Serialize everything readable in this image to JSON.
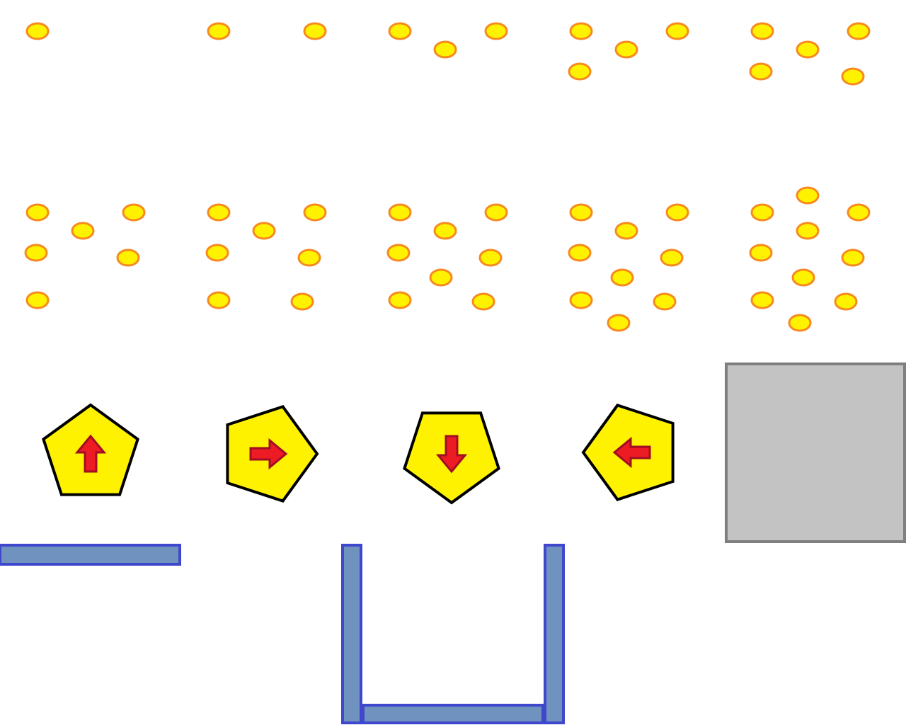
{
  "colors": {
    "background": "#ffffff",
    "coin_fill": "#fff200",
    "coin_stroke": "#f7891f",
    "bumper_fill": "#fff200",
    "bumper_stroke": "#000000",
    "arrow_fill": "#ed1c24",
    "arrow_stroke": "#a00d24",
    "platform_fill": "#7092be",
    "platform_stroke": "#3f48cc",
    "crate_fill": "#c3c3c3",
    "crate_stroke": "#7f7f7f"
  },
  "coin_groups": {
    "row_1_counts": [
      1,
      2,
      3,
      4,
      5
    ],
    "row_2_counts": [
      6,
      7,
      8,
      9,
      10
    ]
  },
  "direction_bumpers": [
    {
      "direction": "up",
      "icon": "arrow-up-icon"
    },
    {
      "direction": "right",
      "icon": "arrow-right-icon"
    },
    {
      "direction": "down",
      "icon": "arrow-down-icon"
    },
    {
      "direction": "left",
      "icon": "arrow-left-icon"
    }
  ],
  "platforms": [
    {
      "kind": "flat-ledge"
    },
    {
      "kind": "u-shaped-container"
    }
  ],
  "crate": {
    "kind": "grey-block"
  }
}
